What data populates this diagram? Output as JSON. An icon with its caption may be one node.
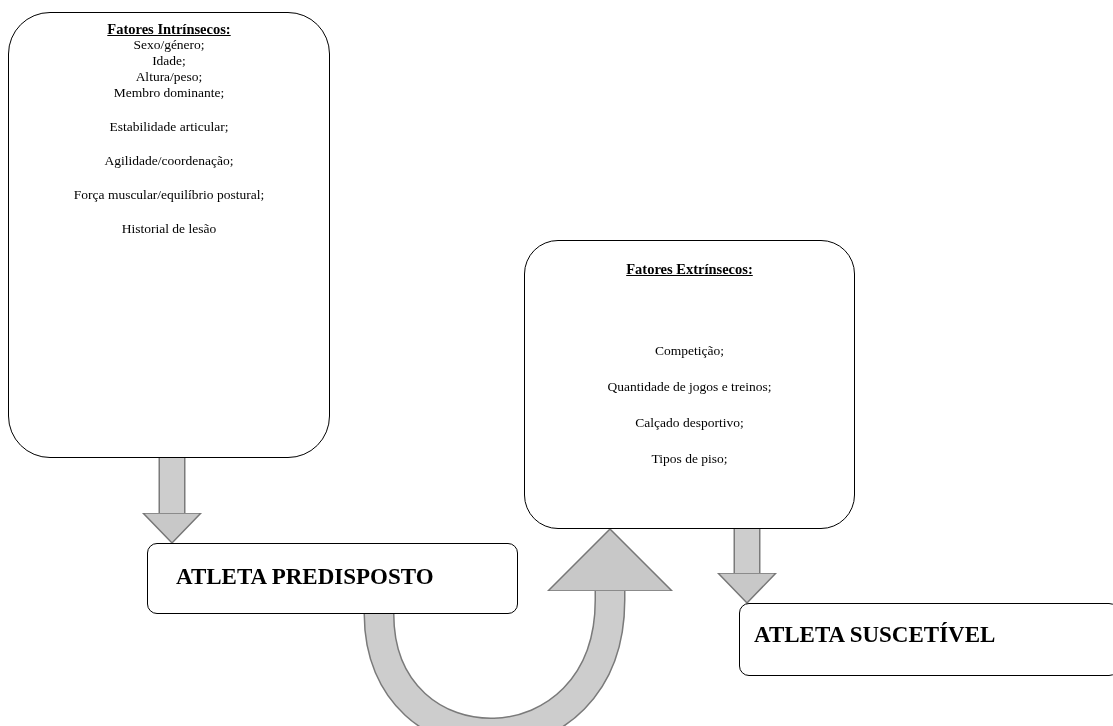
{
  "diagram": {
    "nodes": [
      {
        "text": [
          "Fatores Intrínsecos:",
          "Sexo/género;",
          "Idade;",
          "Altura/peso;",
          "Membro dominante;",
          "Estabilidade articular;",
          "Agilidade/coordenação;",
          "Força muscular/equilíbrio postural;",
          "Historial de lesão"
        ]
      },
      {
        "text": [
          "ATLETA PREDISPOSTO"
        ]
      },
      {
        "text": [
          "Fatores Extrínsecos:",
          "Competição;",
          "Quantidade de jogos e treinos;",
          "Calçado desportivo;",
          "Tipos de piso;"
        ]
      },
      {
        "text": [
          "ATLETA SUSCETÍVEL"
        ]
      }
    ],
    "edges": [
      {
        "from": 0,
        "to": 1,
        "arrow": "to"
      },
      {
        "from": 1,
        "to": 2,
        "arrow": "to"
      },
      {
        "from": 2,
        "to": 3,
        "arrow": "to"
      }
    ]
  }
}
